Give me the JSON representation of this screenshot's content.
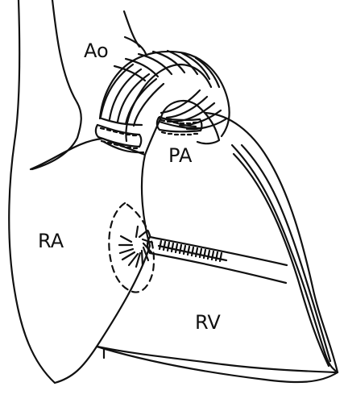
{
  "labels": {
    "ao": "Ao",
    "pa": "PA",
    "ra": "RA",
    "rv": "RV"
  },
  "colors": {
    "ink": "#111111",
    "background": "#ffffff"
  }
}
